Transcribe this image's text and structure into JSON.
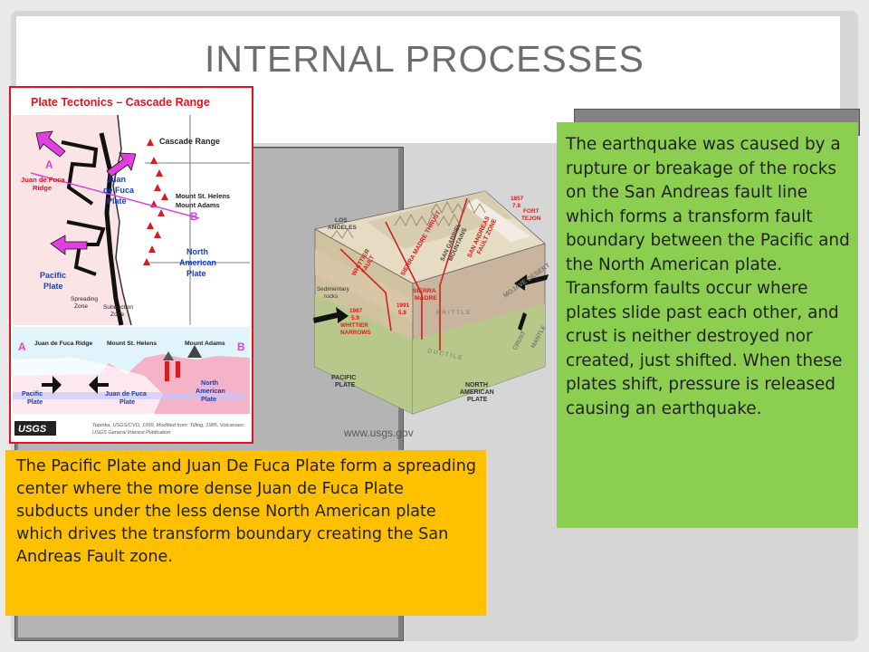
{
  "slide": {
    "title": "INTERNAL PROCESSES"
  },
  "cascade_map": {
    "title": "Plate Tectonics – Cascade Range",
    "labels": {
      "cascade_range": "Cascade Range",
      "a": "A",
      "b": "B",
      "juan_de_fuca_ridge": [
        "Juan de Fuca",
        "Ridge"
      ],
      "juan_de_fuca_plate": [
        "Juan",
        "de Fuca",
        "Plate"
      ],
      "mount_st_helens": "Mount St. Helens",
      "mount_adams": "Mount Adams",
      "north_american_plate": [
        "North",
        "American",
        "Plate"
      ],
      "pacific_plate": [
        "Pacific",
        "Plate"
      ],
      "spreading_zone": [
        "Spreading",
        "Zone"
      ],
      "subduction_zone": [
        "Subduction",
        "Zone"
      ]
    },
    "cross_section": {
      "a": "A",
      "b": "B",
      "juan_de_fuca_ridge": "Juan de Fuca Ridge",
      "mount_st_helens": "Mount St. Helens",
      "mount_adams": "Mount Adams",
      "pacific_plate": [
        "Pacific",
        "Plate"
      ],
      "juan_de_fuca_plate": [
        "Juan de Fuca",
        "Plate"
      ],
      "north_american_plate": [
        "North",
        "American",
        "Plate"
      ]
    },
    "logo": "USGS",
    "credit": [
      "Topinka, USGS/CVO, 1999, Modified from: Tilling, 1985, Volcanoes:",
      "USGS General Interest Publication"
    ]
  },
  "fault_diagram": {
    "labels": {
      "los_angeles": [
        "LOS",
        "ANGELES"
      ],
      "whittier_fault": [
        "WHITTIER",
        "FAULT"
      ],
      "sierra_madre_thrust": "SIERRA MADRE THRUST",
      "san_gabriel_mountains": [
        "SAN GABRIEL",
        "MOUNTAINS"
      ],
      "san_andreas_fault_zone": [
        "SAN ANDREAS",
        "FAULT ZONE"
      ],
      "fort_tejon": [
        "1857",
        "7.8",
        "FORT",
        "TEJON"
      ],
      "mojave_desert": "MOJAVE DESERT",
      "sedimentary_rocks": [
        "Sedimentary",
        "rocks"
      ],
      "sierra_madre": [
        "SIERRA",
        "MADRE"
      ],
      "whittier_narrows": [
        "1987",
        "5.9",
        "WHITTIER",
        "NARROWS"
      ],
      "sierra_madre_quake": [
        "1991",
        "5.8"
      ],
      "brittle": "B R I T T L E",
      "ductile": "D U C T I L E",
      "crust": "CRUST",
      "mantle": "MANTLE",
      "pacific_plate": [
        "PACIFIC",
        "PLATE"
      ],
      "north_american_plate": [
        "NORTH",
        "AMERICAN",
        "PLATE"
      ]
    },
    "caption": "www.usgs.gov"
  },
  "text_green": "The earthquake was caused by a rupture or breakage of the rocks on the San Andreas fault line which forms a transform fault boundary between the Pacific and the North American plate. Transform faults occur where plates slide past each other, and crust is neither destroyed nor created, just shifted. When these plates shift, pressure is released causing an earthquake.",
  "text_orange": "The Pacific Plate and Juan De Fuca Plate form a spreading center where the more dense Juan de Fuca Plate subducts under the less dense North American plate which drives the transform boundary creating the San Andreas Fault zone.",
  "colors": {
    "green_box": "#8ccf50",
    "orange_box": "#ffc000",
    "map_border": "#e0141e",
    "arrow_magenta": "#e040e0",
    "volcano_red": "#d31f1f",
    "title_gray": "#6d6d6d"
  }
}
